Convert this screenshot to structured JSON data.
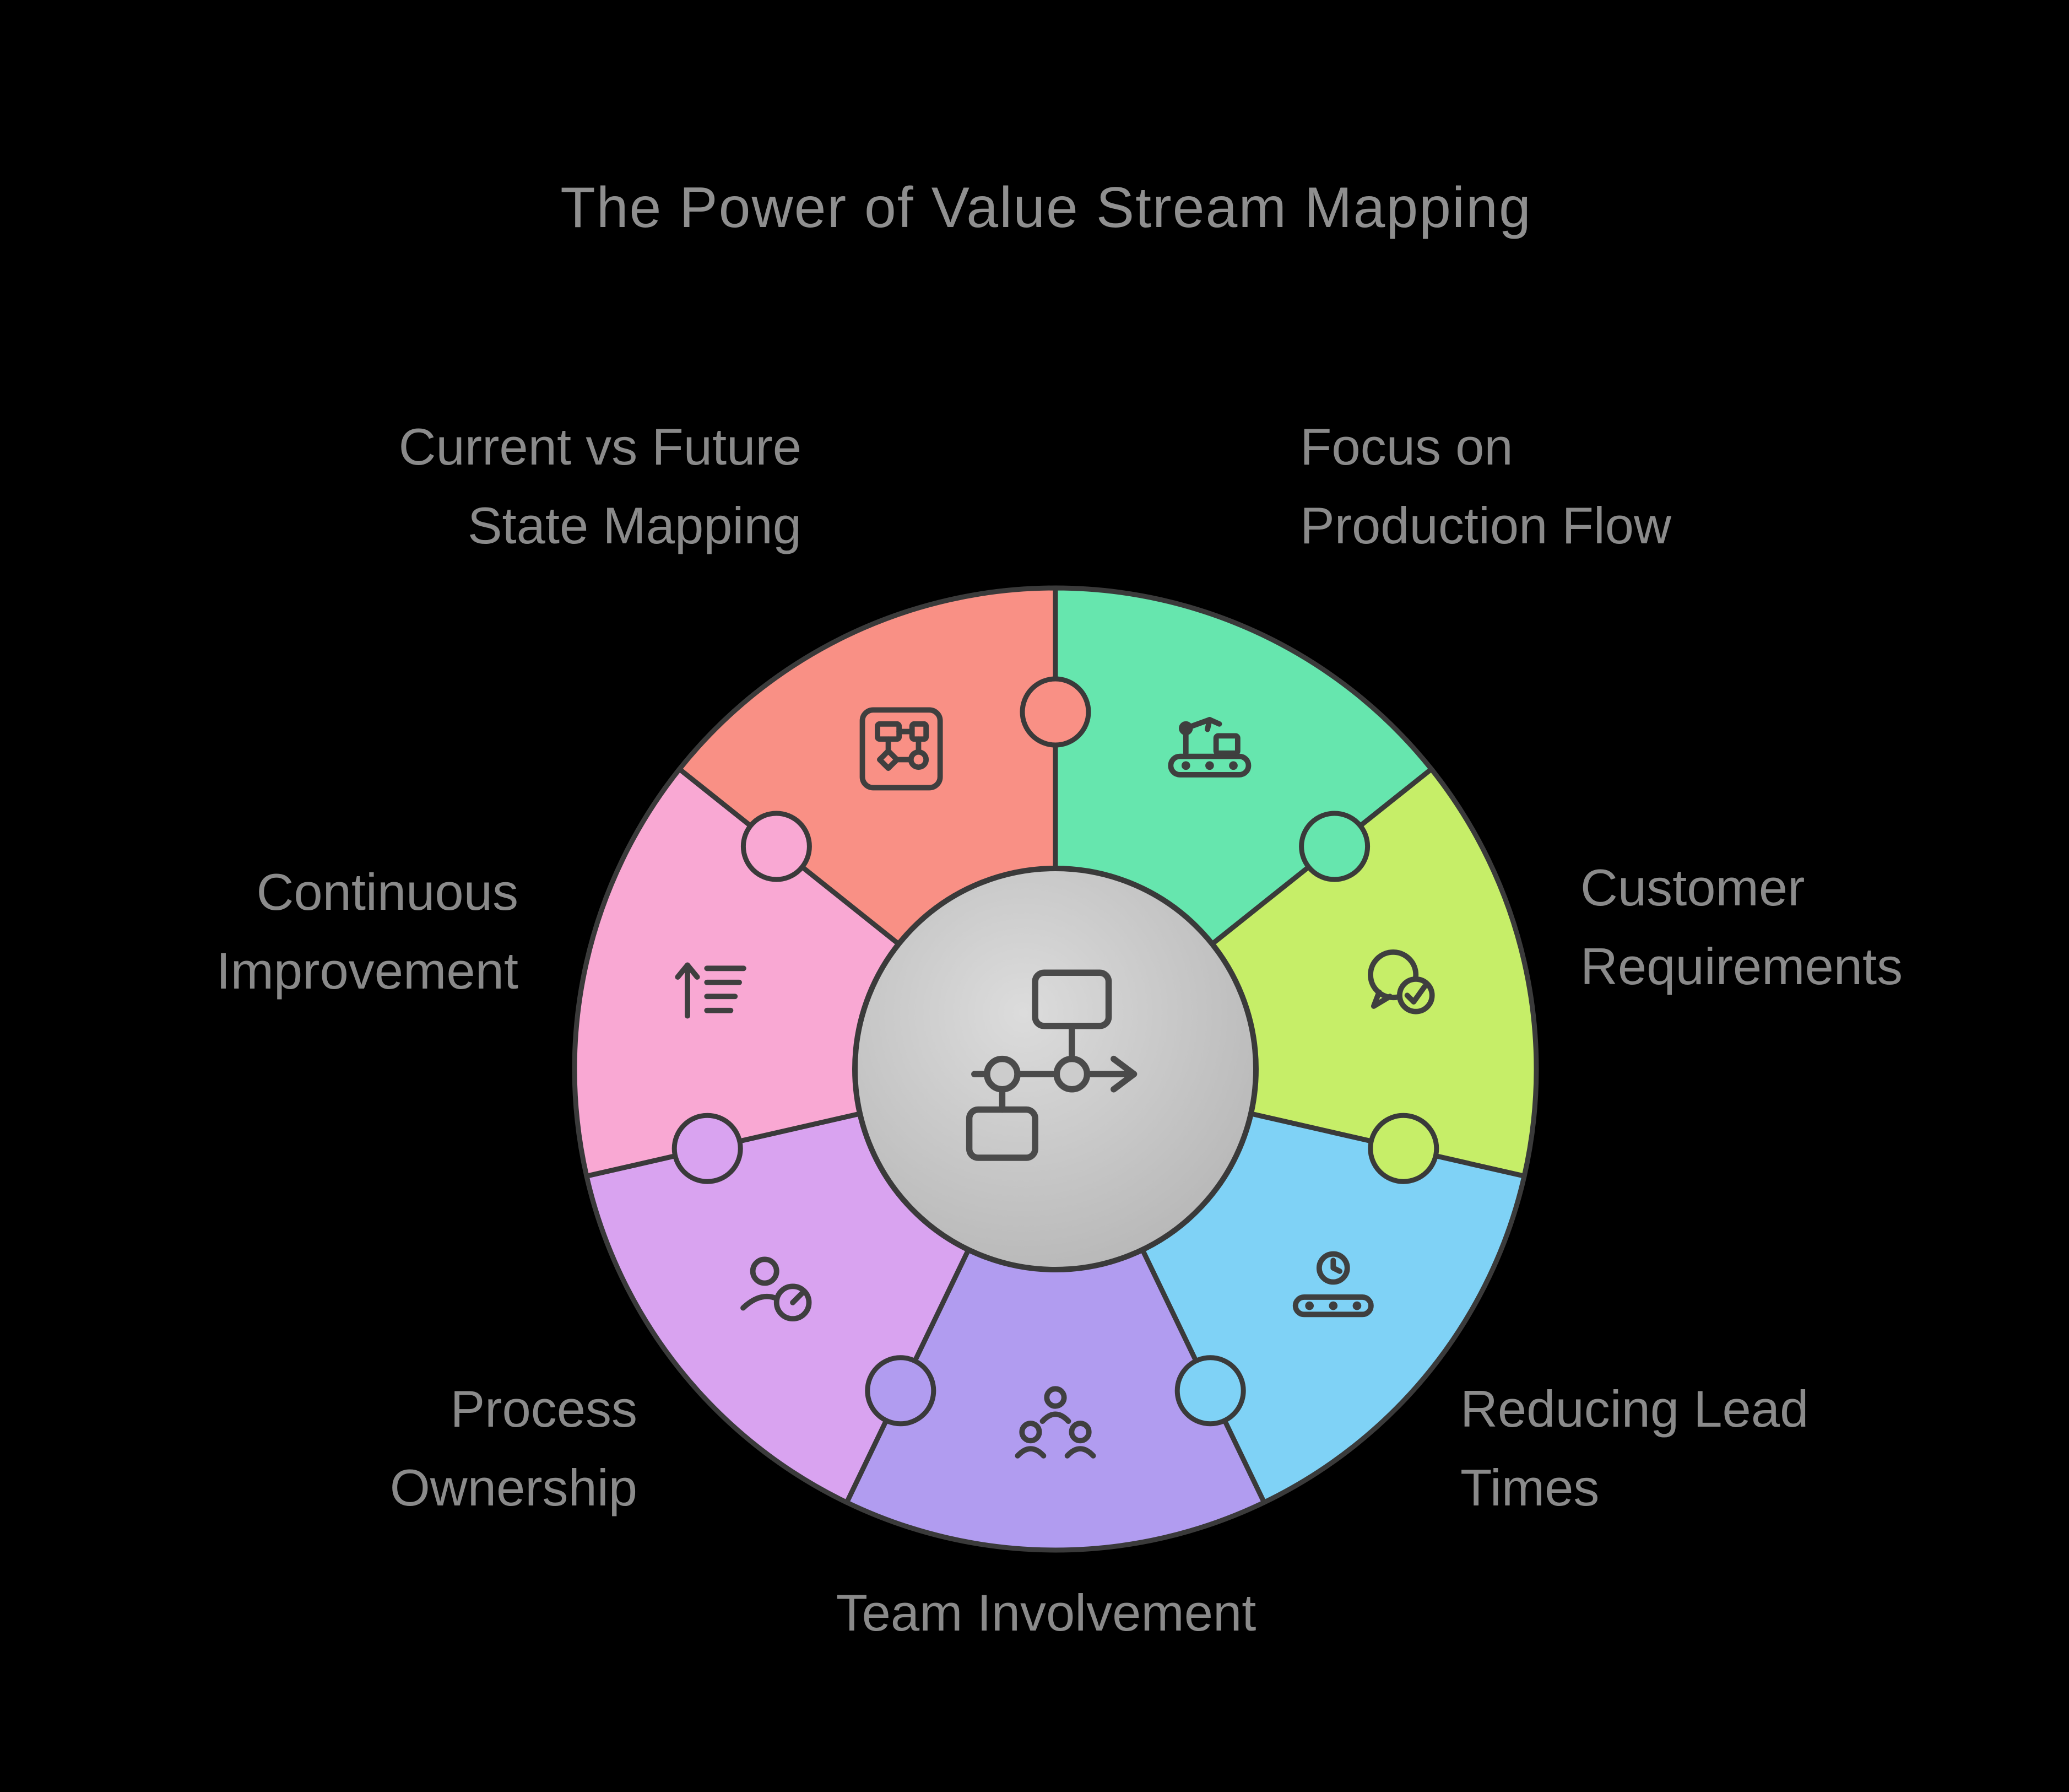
{
  "title": "The Power of Value Stream Mapping",
  "center": {
    "icon": "value-stream-flowchart-icon"
  },
  "colors": {
    "background": "#000000",
    "outline": "#3a3a3a",
    "icon_stroke": "#3f3f3f",
    "label_text": "#8a8a8a",
    "title_text": "#8f8f8f",
    "center_fill_light": "#dcdcdc",
    "center_fill_dark": "#b2b2b2",
    "center_node_fill": "#cccccc"
  },
  "segments": [
    {
      "id": "focus-on-production-flow",
      "label": "Focus on\nProduction Flow",
      "color": "#66e6ae",
      "icon": "production-flow-icon"
    },
    {
      "id": "customer-requirements",
      "label": "Customer\nRequirements",
      "color": "#c6ee68",
      "icon": "customer-requirements-icon"
    },
    {
      "id": "reducing-lead-times",
      "label": "Reducing Lead\nTimes",
      "color": "#7fd2f6",
      "icon": "lead-times-icon"
    },
    {
      "id": "team-involvement",
      "label": "Team Involvement",
      "color": "#b19cf0",
      "icon": "team-involvement-icon"
    },
    {
      "id": "process-ownership",
      "label": "Process\nOwnership",
      "color": "#d9a3f0",
      "icon": "process-ownership-icon"
    },
    {
      "id": "continuous-improvement",
      "label": "Continuous\nImprovement",
      "color": "#f9a8d3",
      "icon": "continuous-improvement-icon"
    },
    {
      "id": "current-vs-future-state-mapping",
      "label": "Current vs Future\nState Mapping",
      "color": "#f99085",
      "icon": "state-mapping-icon"
    }
  ]
}
